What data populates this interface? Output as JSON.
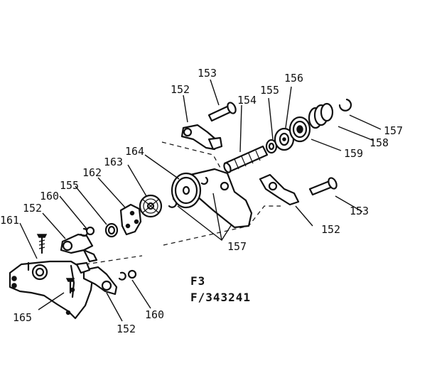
{
  "figure": {
    "caption_line1": "F3",
    "caption_line2": "F/343241"
  },
  "labels": [
    {
      "key": "153-top",
      "text": "153"
    },
    {
      "key": "152-top",
      "text": "152"
    },
    {
      "key": "154",
      "text": "154"
    },
    {
      "key": "155-top",
      "text": "155"
    },
    {
      "key": "156",
      "text": "156"
    },
    {
      "key": "157-right",
      "text": "157"
    },
    {
      "key": "158",
      "text": "158"
    },
    {
      "key": "159",
      "text": "159"
    },
    {
      "key": "164",
      "text": "164"
    },
    {
      "key": "163",
      "text": "163"
    },
    {
      "key": "162",
      "text": "162"
    },
    {
      "key": "155-left",
      "text": "155"
    },
    {
      "key": "160-left",
      "text": "160"
    },
    {
      "key": "152-left",
      "text": "152"
    },
    {
      "key": "161",
      "text": "161"
    },
    {
      "key": "153-right",
      "text": "153"
    },
    {
      "key": "152-right",
      "text": "152"
    },
    {
      "key": "157-bottom",
      "text": "157"
    },
    {
      "key": "165",
      "text": "165"
    },
    {
      "key": "160-bottom",
      "text": "160"
    },
    {
      "key": "152-bottom",
      "text": "152"
    }
  ]
}
